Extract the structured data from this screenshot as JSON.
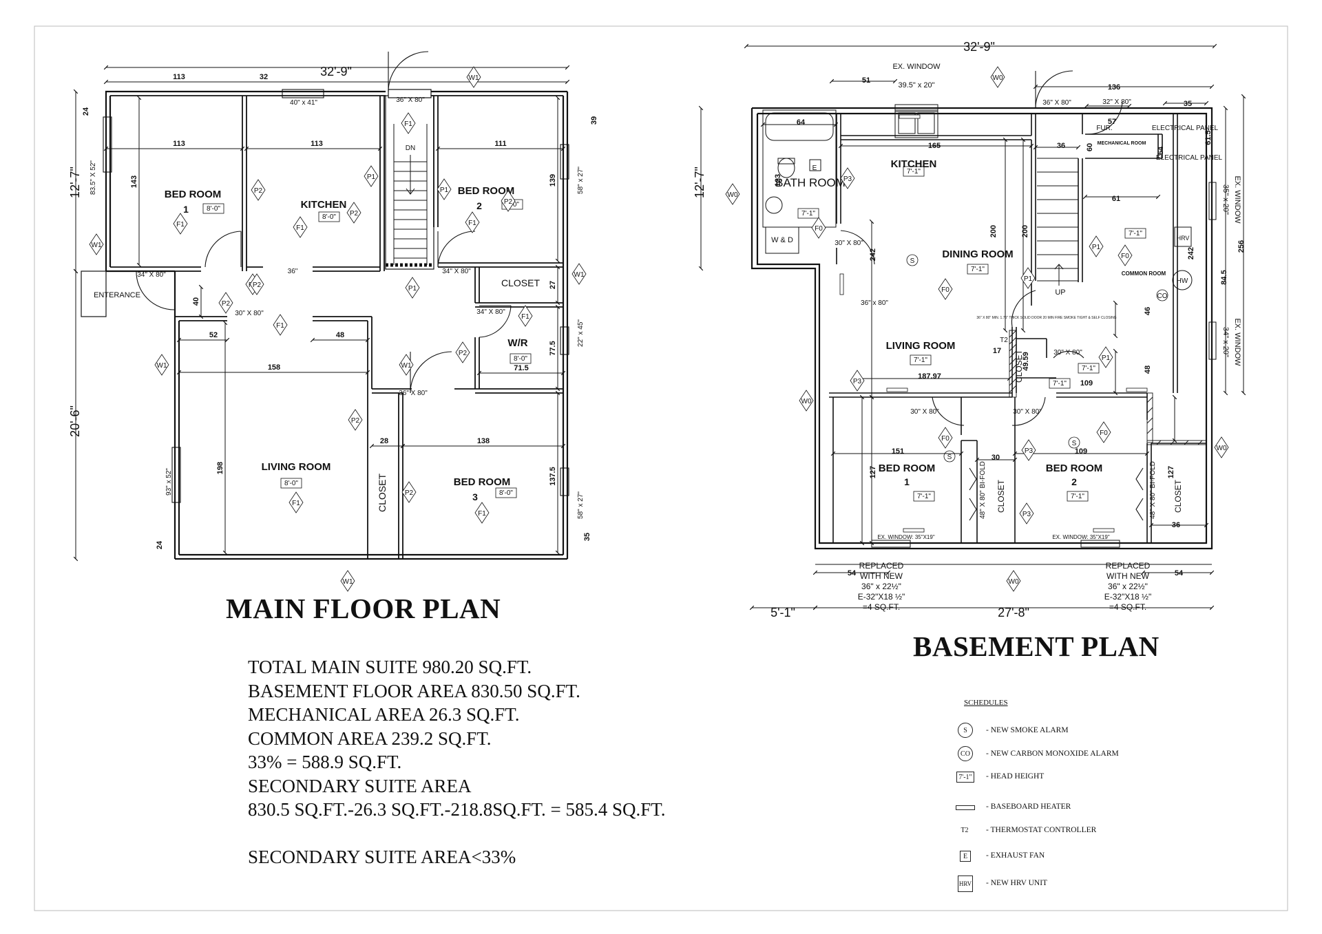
{
  "main_floor": {
    "title": "MAIN FLOOR PLAN",
    "overall_width": "32'-9\"",
    "side_dims": {
      "upper": "12'-7\"",
      "lower": "20'-6\""
    },
    "rooms": [
      {
        "name": "BED ROOM",
        "number": "1",
        "height": "8'-0\""
      },
      {
        "name": "KITCHEN",
        "number": "",
        "height": "8'-0\""
      },
      {
        "name": "BED ROOM",
        "number": "2",
        "height": "8'-0\""
      },
      {
        "name": "W/R",
        "number": "",
        "height": "8'-0\""
      },
      {
        "name": "LIVING ROOM",
        "number": "",
        "height": "8'-0\""
      },
      {
        "name": "BED ROOM",
        "number": "3",
        "height": "8'-0\""
      }
    ],
    "labels": {
      "closet_a": "CLOSET",
      "closet_b": "CLOSET",
      "entrance": "ENTERANCE",
      "stair": "DN"
    },
    "openings": [
      "36\" X 80\"",
      "34\" X 80\"",
      "34\" X 80\"",
      "36\" X 80\"",
      "30\" X 80\"",
      "34\" X 80\"",
      "36\""
    ],
    "windows": [
      "40\" x 41\"",
      "83.5\" X 52\"",
      "58\" x 27\"",
      "22\" x 45\"",
      "93\" x 52\"",
      "58\" x 27\""
    ],
    "dims": [
      "113",
      "32",
      "113",
      "113",
      "111",
      "24",
      "39",
      "143",
      "139",
      "27",
      "40",
      "52",
      "48",
      "158",
      "77.5",
      "71.5",
      "28",
      "138",
      "198",
      "137.5",
      "24",
      "35"
    ],
    "tags": [
      "W1",
      "W1",
      "W1",
      "W1",
      "W1",
      "W1",
      "F1",
      "F1",
      "F1",
      "F1",
      "F1",
      "F1",
      "F1",
      "F1",
      "F1",
      "P1",
      "P1",
      "P1",
      "P2",
      "P2",
      "P2",
      "P2",
      "P2",
      "P2",
      "P2",
      "P2",
      "P2"
    ]
  },
  "basement": {
    "title": "BASEMENT PLAN",
    "overall_width": "32'-9\"",
    "side_dim": "12'-7\"",
    "bottom_dims": {
      "left": "5'-1\"",
      "right": "27'-8\""
    },
    "rooms": [
      {
        "name": "KITCHEN",
        "number": "",
        "height": "7'-1\""
      },
      {
        "name": "BATH ROOM",
        "number": "",
        "height": "7'-1\""
      },
      {
        "name": "DINING ROOM",
        "number": "",
        "height": "7'-1\""
      },
      {
        "name": "LIVING ROOM",
        "number": "",
        "height": "7'-1\""
      },
      {
        "name": "BED ROOM",
        "number": "1",
        "height": "7'-1\""
      },
      {
        "name": "BED ROOM",
        "number": "2",
        "height": "7'-1\""
      }
    ],
    "labels": {
      "mech": "MECHANICAL ROOM",
      "fur": "FUR.",
      "panel1": "ELECTRICAL PANEL",
      "panel2": "ELECTRICAL PANEL",
      "common": "COMMON ROOM",
      "common_h": "7'-1\"",
      "wd": "W & D",
      "hw": "HW",
      "hrv": "HRV",
      "closet1": "CLOSET",
      "closet2": "CLOSET",
      "closet3": "CLOSET",
      "bifold1": "48\" X 80\" BI-FOLD",
      "bifold2": "48\" X 80\" BI-FOLD",
      "up": "UP",
      "ex_window_top": "EX. WINDOW",
      "ex_window_top_size": "39.5\" x 20\"",
      "ex_window_r1": "EX. WINDOW",
      "ex_window_r1_size": "35\" x 20\"",
      "ex_window_r2": "EX. WINDOW",
      "ex_window_r2_size": "34\" x 20\"",
      "ex_window_b1": "EX. WINDOW: 35\"X19\"",
      "ex_window_b2": "EX. WINDOW: 35\"X19\"",
      "door_note": "36\" X 80\" MIN. 1.75\" THICK SOLID DOOR 20 MIN FIRE SMOKE TIGHT & SELF CLOSING",
      "replaced_left": [
        "REPLACED",
        "WITH NEW",
        "36\" x 22½\"",
        "E-32\"X18 ½\"",
        "=4 SQ.FT."
      ],
      "replaced_right": [
        "REPLACED",
        "WITH NEW",
        "36\" x 22½\"",
        "E-32\"X18 ½\"",
        "=4 SQ.FT."
      ],
      "common_h2": "7'-1\"",
      "common_h3": "7'-1\""
    },
    "openings": [
      "36\" X 80\"",
      "32\" X 80\"",
      "30\" X 80\"",
      "36\" x 80\"",
      "30\" X 80\"",
      "30\" X 80\"",
      "30\" X 80\""
    ],
    "dims": [
      "51",
      "136",
      "35",
      "64",
      "165",
      "36",
      "57",
      "60",
      "64",
      "61.5",
      "123",
      "61",
      "242",
      "200",
      "200",
      "242",
      "256",
      "84.5",
      "46",
      "48",
      "17",
      "49.59",
      "109",
      "187.97",
      "151",
      "30",
      "109",
      "127",
      "127",
      "36",
      "54",
      "54"
    ],
    "tags": [
      "W0",
      "W0",
      "W0",
      "W0",
      "W0",
      "W0",
      "W0",
      "P3",
      "P3",
      "P3",
      "P3",
      "P3",
      "P1",
      "P1",
      "P1",
      "F0",
      "F0",
      "F0",
      "F0",
      "F0",
      "F0",
      "T2",
      "E"
    ]
  },
  "area_notes": [
    "TOTAL MAIN SUITE 980.20 SQ.FT.",
    "BASEMENT FLOOR AREA 830.50 SQ.FT.",
    "MECHANICAL AREA 26.3 SQ.FT.",
    "COMMON AREA 239.2 SQ.FT.",
    "33% = 588.9 SQ.FT.",
    "SECONDARY SUITE AREA",
    "830.5 SQ.FT.-26.3 SQ.FT.-218.8SQ.FT. = 585.4 SQ.FT.",
    "",
    "SECONDARY SUITE AREA<33%"
  ],
  "schedules": {
    "heading": "SCHEDULES",
    "items": [
      {
        "symbol": "S",
        "label": "- NEW SMOKE ALARM",
        "icon": "smoke-alarm-icon"
      },
      {
        "symbol": "CO",
        "label": "- NEW CARBON MONOXIDE ALARM",
        "icon": "co-alarm-icon"
      },
      {
        "symbol": "7'-1\"",
        "label": "- HEAD HEIGHT",
        "icon": "head-height-icon"
      },
      {
        "symbol": "BH",
        "label": "- BASEBOARD HEATER",
        "icon": "baseboard-heater-icon"
      },
      {
        "symbol": "T2",
        "label": "- THERMOSTAT CONTROLLER",
        "icon": "thermostat-icon"
      },
      {
        "symbol": "E",
        "label": " - EXHAUST FAN",
        "icon": "exhaust-fan-icon"
      },
      {
        "symbol": "HRV",
        "label": "- NEW HRV UNIT",
        "icon": "hrv-unit-icon"
      }
    ]
  }
}
